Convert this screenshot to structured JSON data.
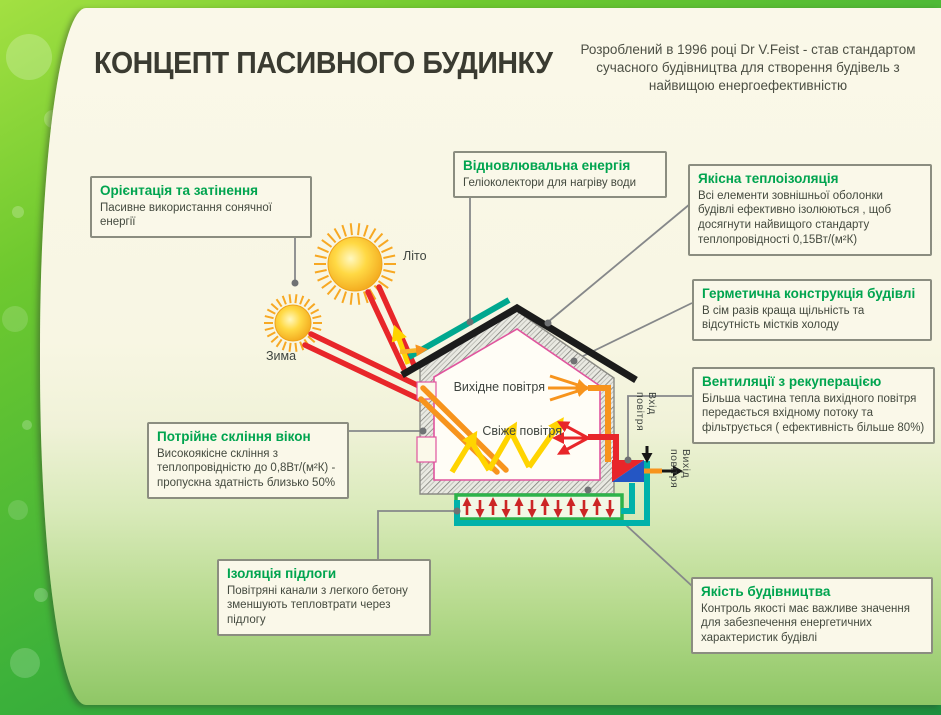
{
  "page": {
    "title": "КОНЦЕПТ ПАСИВНОГО БУДИНКУ",
    "subtitle": "Розроблений в 1996 році Dr V.Feist - став стандартом сучасного будівництва для створення будівель з найвищою енергоефективністю"
  },
  "callouts": [
    {
      "title": "Орієнтація та затінення",
      "body": "Пасивне використання сонячної енергії"
    },
    {
      "title": "Відновлювальна енергія",
      "body": "Геліоколектори для нагріву води"
    },
    {
      "title": "Якісна теплоізоляція",
      "body": "Всі елементи зовнішньої оболонки будівлі ефективно ізолюються , щоб досягнути найвищого стандарту теплопровідності 0,15Вт/(м²К)"
    },
    {
      "title": "Герметична конструкція будівлі",
      "body": "В сім разів краща щільність та відсутність містків холоду"
    },
    {
      "title": "Вентиляції з рекуперацією",
      "body": "Більша частина тепла вихідного повітря передається вхідному потоку та фільтрується ( ефективність більше 80%)"
    },
    {
      "title": "Потрійне скління вікон",
      "body": "Високоякісне скління з теплопровідністю до 0,8Вт/(м²К) - пропускна здатність близько 50%"
    },
    {
      "title": "Ізоляція підлоги",
      "body": "Повітряні канали з легкого бетону зменшують тепловтрати через підлогу"
    },
    {
      "title": "Якість будівництва",
      "body": "Контроль якості має важливе значення для забезпечення енергетичних характеристик будівлі"
    }
  ],
  "diagram_labels": {
    "summer": "Літо",
    "winter": "Зима",
    "exhaust_air": "Вихідне повітря",
    "fresh_air": "Свіже повітря",
    "air_in": "Вхід повітря",
    "air_out": "Вихід повітря"
  },
  "colors": {
    "accent_green": "#00a44f",
    "sun_ray_red": "#e8262a",
    "heat_orange": "#f7941d",
    "light_yellow": "#ffd400",
    "pipe_teal": "#00b2aa",
    "channel_green": "#2db34a",
    "cream": "#faf8e9"
  }
}
